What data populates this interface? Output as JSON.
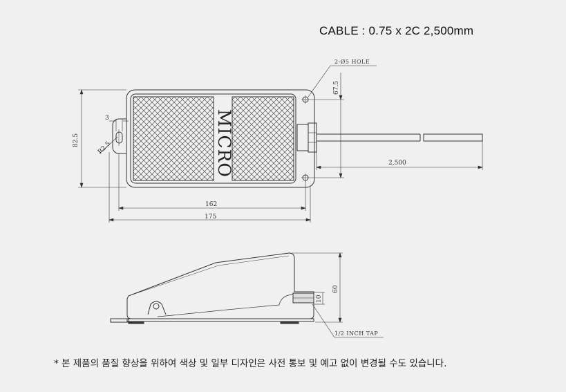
{
  "header": {
    "cable_spec": "CABLE : 0.75 x 2C  2,500mm"
  },
  "top_view": {
    "brand": "MICRO",
    "hole_label": "2-Ø5 HOLE",
    "dim_hole_offset": "67.5",
    "dim_height": "82.5",
    "dim_slot_width": "3",
    "dim_slot_radius": "R2.5",
    "dim_hole_spacing": "162",
    "dim_overall_length": "175",
    "dim_cable_length": "2,500"
  },
  "side_view": {
    "dim_height": "60",
    "dim_tap_height": "10",
    "tap_label": "1/2 INCH TAP"
  },
  "footer": {
    "notice": "* 본 제품의 품질 향상을 위하여 색상 및 일부 디자인은 사전 통보 및 예고 없이 변경될 수도 있습니다."
  }
}
